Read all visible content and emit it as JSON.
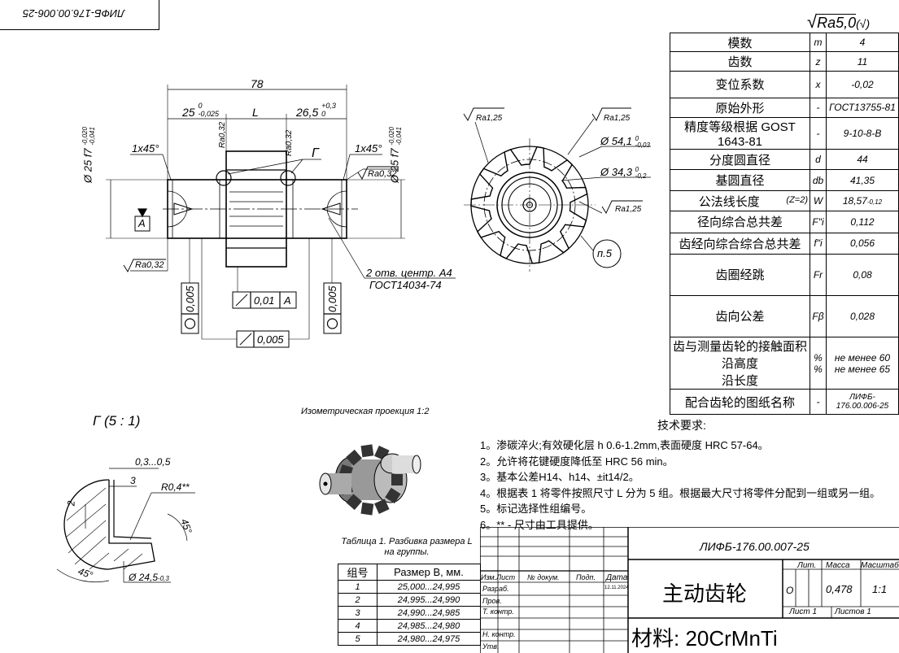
{
  "drawing": {
    "stamp_code_rotated": "ЛИФБ-176.00.006-25",
    "roughness_general": "Ra5,0",
    "roughness_general_suffix": "(√)",
    "dims": {
      "total_length": "78",
      "left_len": "25",
      "left_len_tol": "-0,025",
      "left_len_tol_up": "0",
      "mid_len": "L",
      "right_len": "26,5",
      "right_len_tol_up": "+0,3",
      "right_len_tol_low": "0",
      "left_dia": "Ø 25 f7",
      "left_dia_tol_up": "-0,020",
      "left_dia_tol_low": "-0,041",
      "right_dia": "Ø 25 f7",
      "right_dia_tol_up": "-0,020",
      "right_dia_tol_low": "-0,041",
      "chamfer_left": "1x45°",
      "chamfer_right": "1x45°",
      "rough_032": "Ra0,32",
      "rough_125": "Ra1,25",
      "view_mark": "Г",
      "datum": "A",
      "runout_1": "0,01",
      "runout_datum": "A",
      "parallel": "0,005",
      "circ_left": "0,005",
      "circ_right": "0,005",
      "centers_note_1": "2 отв. центр. А4",
      "centers_note_2": "ГОСТ14034-74",
      "gear_dia_1": "Ø 54,1",
      "gear_dia_1_tol_up": "0",
      "gear_dia_1_tol_low": "-0,03",
      "gear_dia_2": "Ø 34,3",
      "gear_dia_2_tol_up": "0",
      "gear_dia_2_tol_low": "-0,2",
      "note_ref": "п.5",
      "detail_title": "Г (5 : 1)",
      "detail_dim_1": "0,3...0,5",
      "detail_dim_2": "3",
      "detail_radius": "R0,4**",
      "detail_angle_1": "45°",
      "detail_angle_2": "45°",
      "detail_small": "2",
      "detail_dia": "Ø 24,5",
      "detail_dia_tol": "-0,3",
      "iso_caption": "Изометрическая проекция 1:2"
    }
  },
  "params": [
    {
      "name": "模数",
      "sym": "m",
      "val": "4"
    },
    {
      "name": "齿数",
      "sym": "z",
      "val": "11"
    },
    {
      "name": "变位系数",
      "sym": "x",
      "val": "-0,02"
    },
    {
      "name": "原始外形",
      "sym": "-",
      "val": "ГОСТ13755-81"
    },
    {
      "name": "精度等级根据 GOST 1643-81",
      "sym": "-",
      "val": "9-10-8-B"
    },
    {
      "name": "分度圆直径",
      "sym": "d",
      "val": "44"
    },
    {
      "name": "基圆直径",
      "sym": "db",
      "val": "41,35"
    },
    {
      "name": "公法线长度",
      "name_suffix": "(Z=2)",
      "sym": "W",
      "val": "18,57",
      "val_tol": "-0,12"
    },
    {
      "name": "径向综合总共差",
      "sym": "F\"i",
      "val": "0,112"
    },
    {
      "name": "齿经向综合综合总共差",
      "sym": "f\"i",
      "val": "0,056"
    },
    {
      "name": "齿圈经跳",
      "sym": "Fr",
      "val": "0,08"
    },
    {
      "name": "齿向公差",
      "sym": "Fβ",
      "val": "0,028"
    },
    {
      "name_lines": [
        "齿与测量齿轮的接触面积",
        "沿高度",
        "沿长度"
      ],
      "sym": "%",
      "sym2": "%",
      "val": "не менее 60",
      "val2": "не менее 65"
    },
    {
      "name": "配合齿轮的图纸名称",
      "sym": "-",
      "val_lines": [
        "ЛИФБ-",
        "176.00.006-25"
      ]
    }
  ],
  "tech": {
    "title": "技术要求:",
    "items": [
      "1。渗碳淬火;有效硬化层 h 0.6-1.2mm,表面硬度 HRC 57-64。",
      "2。允许将花键硬度降低至 HRC 56 min。",
      "3。基本公差H14、h14、±it14/2。",
      "4。根据表 1 将零件按照尺寸 L 分为 5 组。根据最大尺寸将零件分配到一组或另一组。",
      "5。标记选择性组编号。",
      "6。** - 尺寸由工具提供。"
    ]
  },
  "groups": {
    "caption_1": "Таблица 1. Разбивка размера L",
    "caption_2": "на группы.",
    "headers": [
      "组号",
      "Размер B, мм."
    ],
    "rows": [
      [
        "1",
        "25,000...24,995"
      ],
      [
        "2",
        "24,995...24,990"
      ],
      [
        "3",
        "24,990...24,985"
      ],
      [
        "4",
        "24,985...24,980"
      ],
      [
        "5",
        "24,980...24,975"
      ]
    ]
  },
  "titleblock": {
    "code": "ЛИФБ-176.00.007-25",
    "cols": [
      "Изм.",
      "Лист",
      "№ докум.",
      "Подп.",
      "Дата"
    ],
    "date": "12.11.2024",
    "roles": [
      "Разраб.",
      "Пров.",
      "Т. контр.",
      "",
      "Н. контр.",
      "Утв."
    ],
    "part_name": "主动齿轮",
    "material": "材料: 20CrMnTi",
    "lit_label": "Лит.",
    "mass_label": "Масса",
    "scale_label": "Масштаб",
    "lit_value": "О",
    "mass_value": "0,478",
    "scale_value": "1:1",
    "sheet": "Лист 1",
    "sheets": "Листов 1"
  }
}
